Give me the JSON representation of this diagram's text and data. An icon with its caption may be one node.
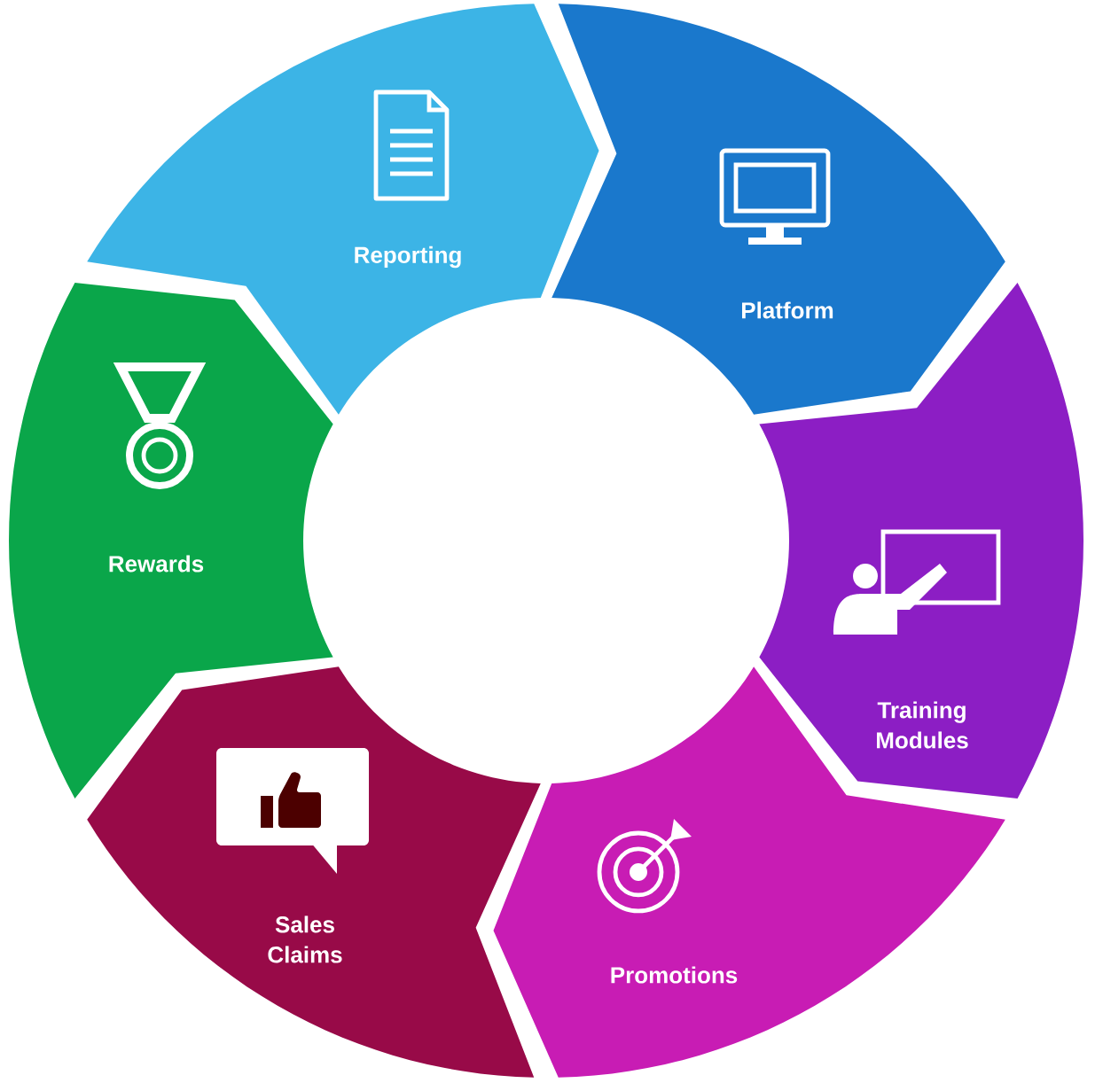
{
  "diagram": {
    "nodes": [
      {
        "text": [
          "Reporting"
        ]
      },
      {
        "text": [
          "Platform"
        ]
      },
      {
        "text": [
          "Training Modules"
        ]
      },
      {
        "text": [
          "Promotions"
        ]
      },
      {
        "text": [
          "Sales Claims"
        ]
      },
      {
        "text": [
          "Rewards"
        ]
      }
    ]
  }
}
